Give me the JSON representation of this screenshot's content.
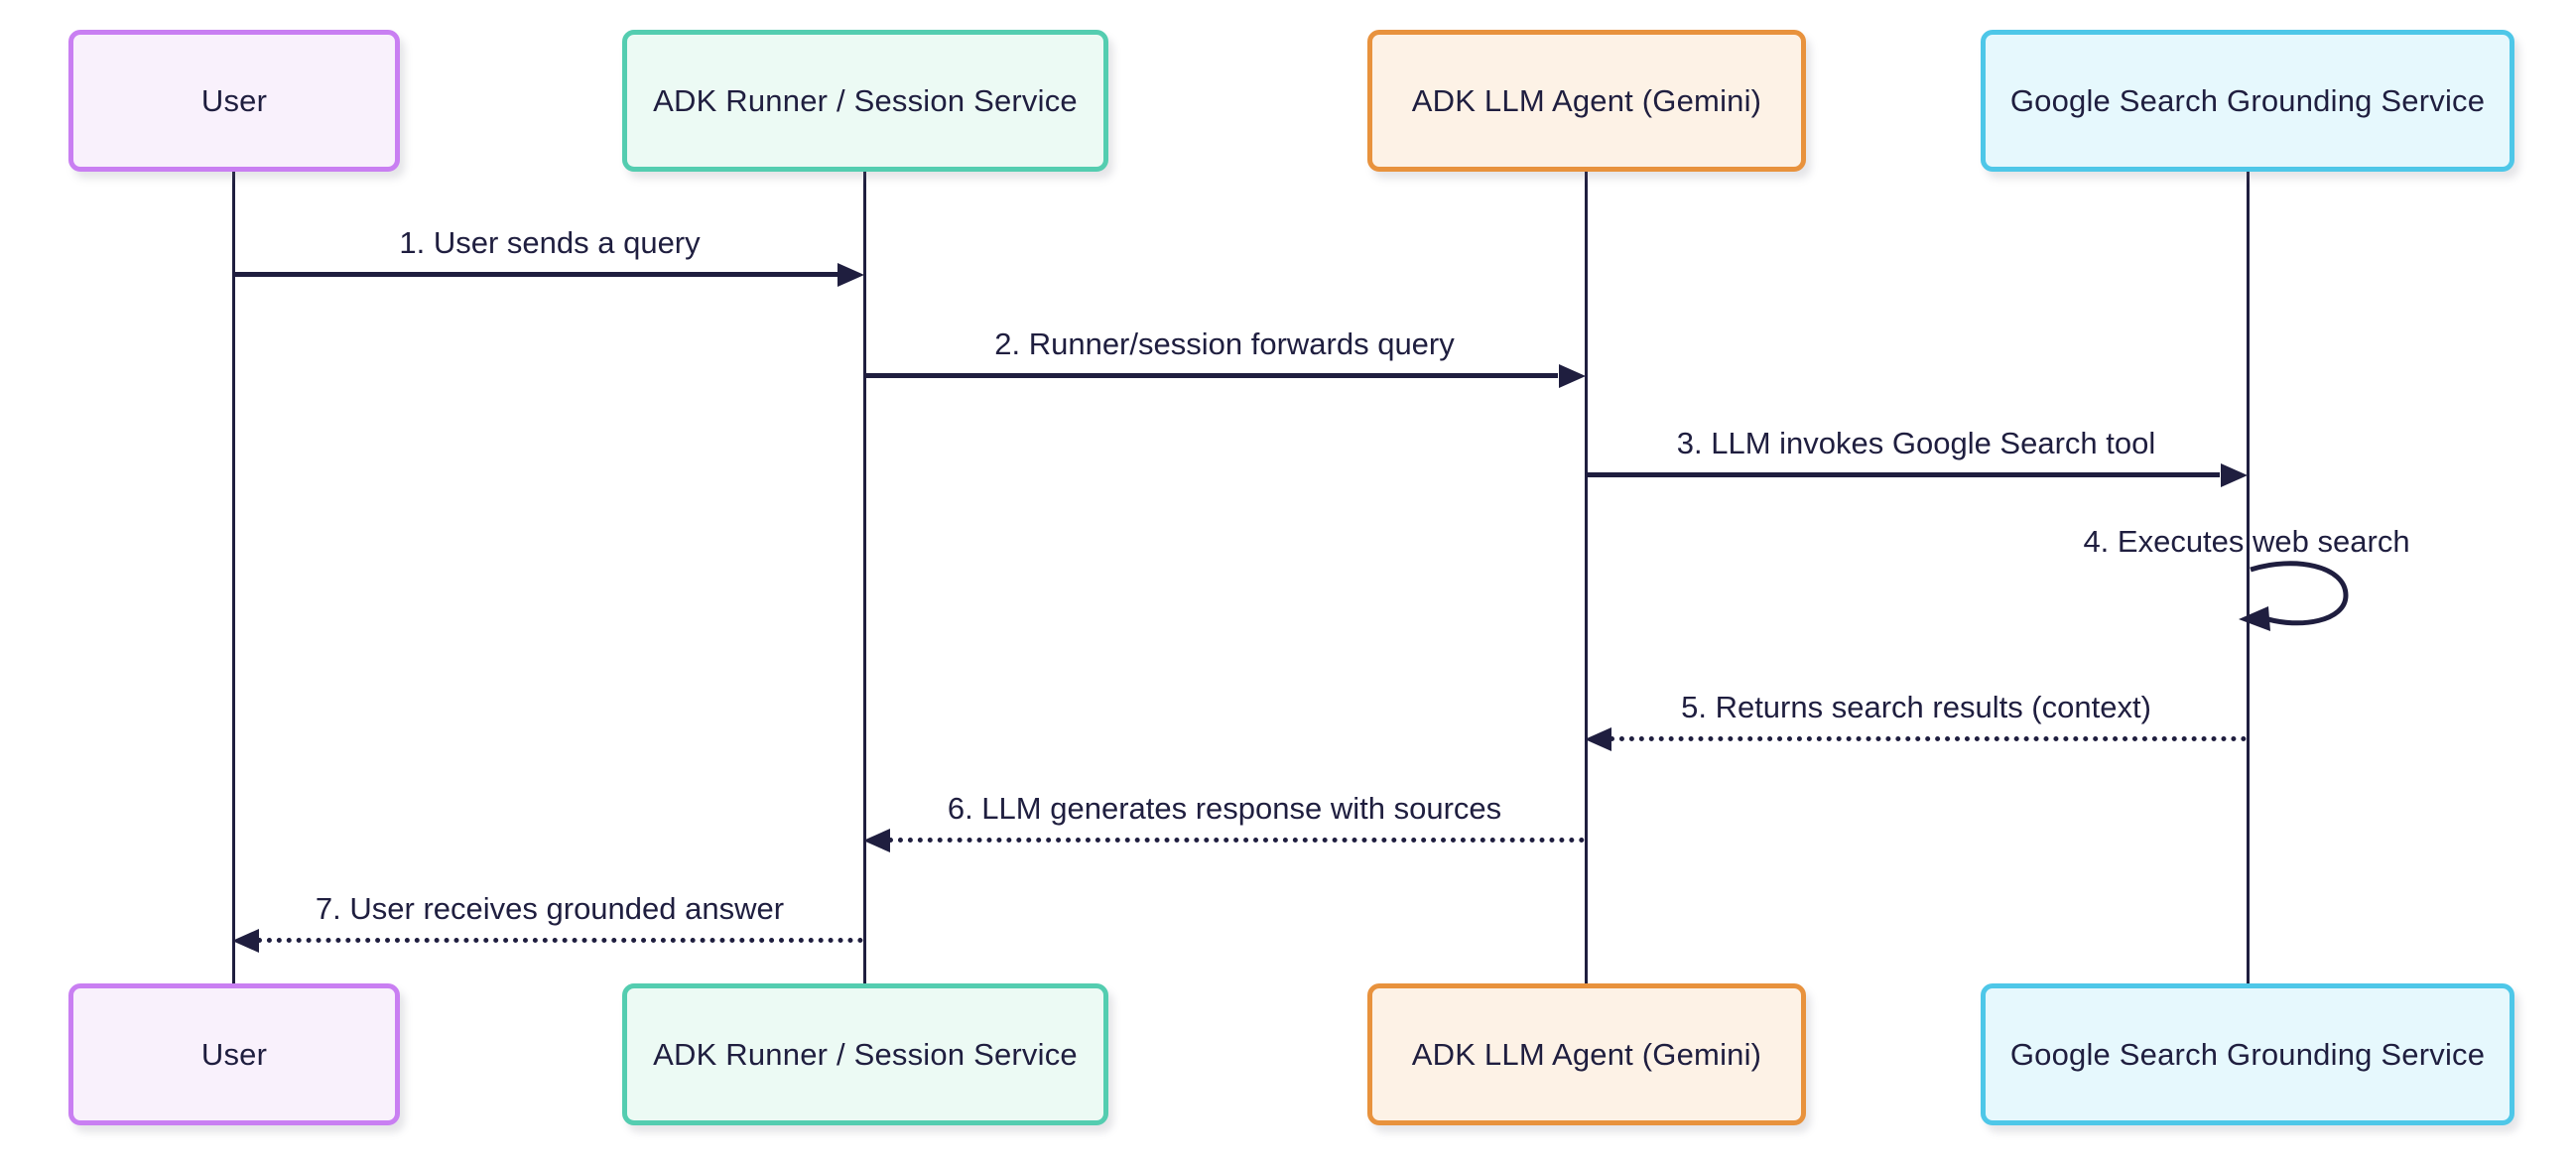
{
  "diagram": {
    "type": "sequence-diagram",
    "background": "#ffffff",
    "line_color": "#1f1e3f",
    "text_color": "#1f1e3f",
    "participants": [
      {
        "id": "user",
        "label": "User",
        "fill": "#f9f1fc",
        "border": "#c97ff2"
      },
      {
        "id": "runner",
        "label": "ADK Runner / Session Service",
        "fill": "#ecfaf4",
        "border": "#54cdb0"
      },
      {
        "id": "llm",
        "label": "ADK LLM Agent (Gemini)",
        "fill": "#fdf2e6",
        "border": "#e8923d"
      },
      {
        "id": "google",
        "label": "Google Search Grounding Service",
        "fill": "#e6f8fd",
        "border": "#4ec7e8"
      }
    ],
    "messages": [
      {
        "seq": 1,
        "label": "1. User sends a query",
        "from": "user",
        "to": "runner",
        "style": "solid"
      },
      {
        "seq": 2,
        "label": "2. Runner/session forwards query",
        "from": "runner",
        "to": "llm",
        "style": "solid"
      },
      {
        "seq": 3,
        "label": "3. LLM invokes Google Search tool",
        "from": "llm",
        "to": "google",
        "style": "solid"
      },
      {
        "seq": 4,
        "label": "4. Executes web search",
        "from": "google",
        "to": "google",
        "style": "self-loop"
      },
      {
        "seq": 5,
        "label": "5. Returns search results (context)",
        "from": "google",
        "to": "llm",
        "style": "dotted"
      },
      {
        "seq": 6,
        "label": "6. LLM generates response with sources",
        "from": "llm",
        "to": "runner",
        "style": "dotted"
      },
      {
        "seq": 7,
        "label": "7. User receives grounded answer",
        "from": "runner",
        "to": "user",
        "style": "dotted"
      }
    ]
  }
}
